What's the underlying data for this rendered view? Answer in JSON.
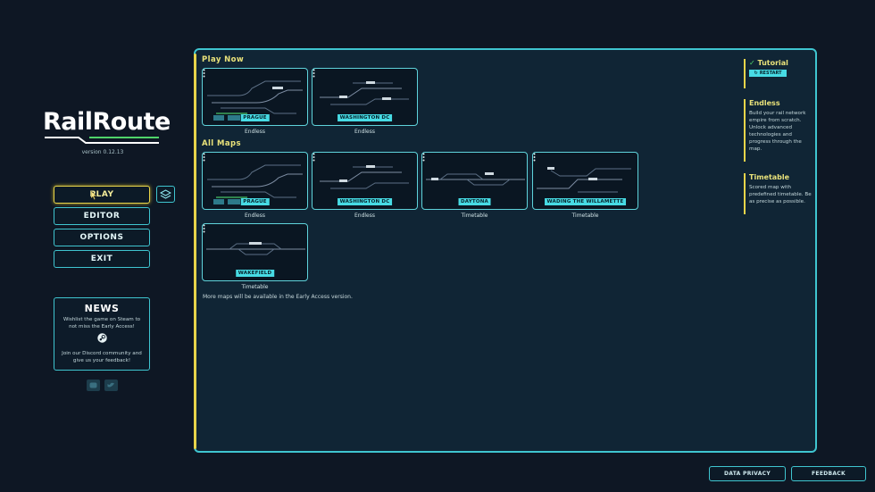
{
  "app": {
    "logo_text": "RailRoute",
    "version": "version 0.12.13"
  },
  "menu": {
    "play": "PLAY",
    "editor": "EDITOR",
    "options": "OPTIONS",
    "exit": "EXIT"
  },
  "news": {
    "title": "NEWS",
    "line1": "Wishlist the game on Steam to not miss the Early Access!",
    "line2": "Join our Discord community and give us your feedback!"
  },
  "panel": {
    "play_now_title": "Play Now",
    "all_maps_title": "All Maps",
    "more_maps_note": "More maps will be available in the Early Access version.",
    "play_now": [
      {
        "name": "PRAGUE",
        "mode": "Endless"
      },
      {
        "name": "WASHINGTON DC",
        "mode": "Endless"
      }
    ],
    "all_maps": [
      {
        "name": "PRAGUE",
        "mode": "Endless"
      },
      {
        "name": "WASHINGTON DC",
        "mode": "Endless"
      },
      {
        "name": "DAYTONA",
        "mode": "Timetable"
      },
      {
        "name": "WADING THE WILLAMETTE",
        "mode": "Timetable"
      },
      {
        "name": "WAKEFIELD",
        "mode": "Timetable"
      }
    ]
  },
  "modes": {
    "tutorial": {
      "title": "Tutorial",
      "restart_label": "RESTART"
    },
    "endless": {
      "title": "Endless",
      "desc": "Build your rail network empire from scratch. Unlock advanced technologies and progress through the map."
    },
    "timetable": {
      "title": "Timetable",
      "desc": "Scored map with predefined timetable. Be as precise as possible."
    }
  },
  "footer": {
    "data_privacy": "DATA PRIVACY",
    "feedback": "FEEDBACK"
  },
  "colors": {
    "accent": "#3fc5d0",
    "highlight": "#e7d44a",
    "label_bg": "#47dbe4",
    "background": "#0e1724"
  }
}
